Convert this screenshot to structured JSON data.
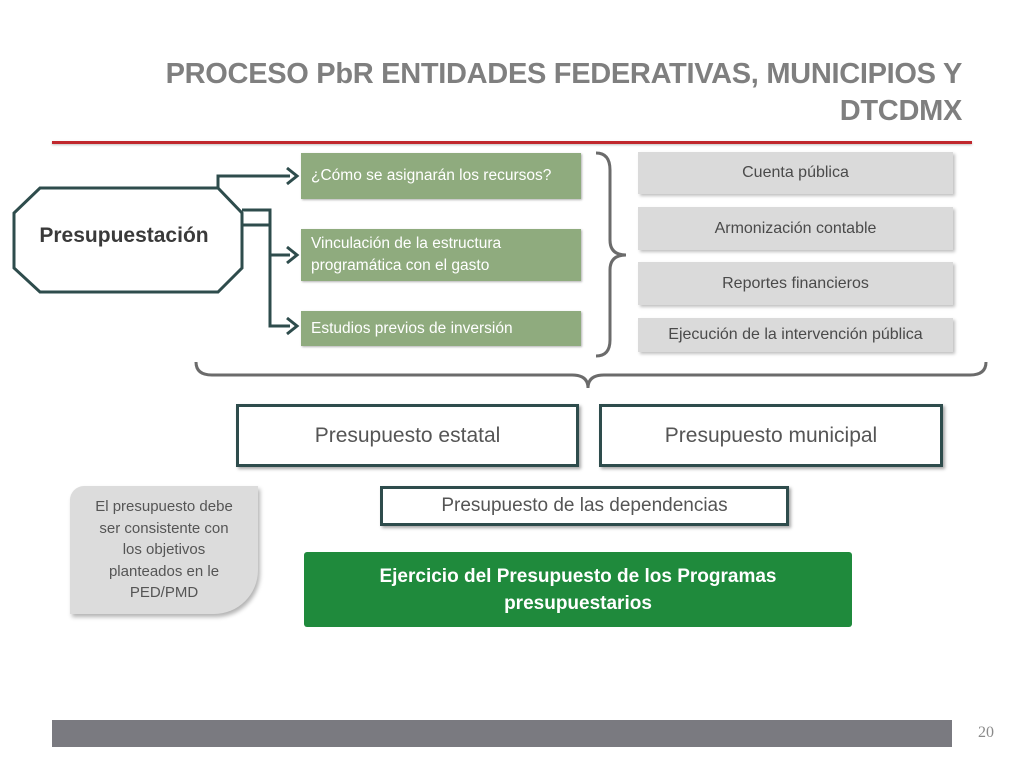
{
  "title": "PROCESO PbR ENTIDADES FEDERATIVAS, MUNICIPIOS Y DTCDMX",
  "presupuestacion": "Presupuestación",
  "green_items": [
    "¿Cómo se asignarán los recursos?",
    "Vinculación de la estructura programática con el gasto",
    "Estudios previos de inversión"
  ],
  "grey_items": [
    "Cuenta pública",
    "Armonización contable",
    "Reportes financieros",
    "Ejecución de la intervención pública"
  ],
  "presupuesto_estatal": "Presupuesto estatal",
  "presupuesto_municipal": "Presupuesto municipal",
  "presupuesto_dependencias": "Presupuesto de las dependencias",
  "note": "El presupuesto debe ser consistente con los objetivos planteados en le PED/PMD",
  "final": "Ejercicio del Presupuesto de los Programas presupuestarios",
  "page_number": "20",
  "colors": {
    "title": "#7f7f7f",
    "rule": "#c0272d",
    "green_light": "#8fab7e",
    "green_dark": "#1f8a3c",
    "outline": "#2e4c4c",
    "grey_box": "#dadada",
    "footer": "#7a7a80"
  }
}
